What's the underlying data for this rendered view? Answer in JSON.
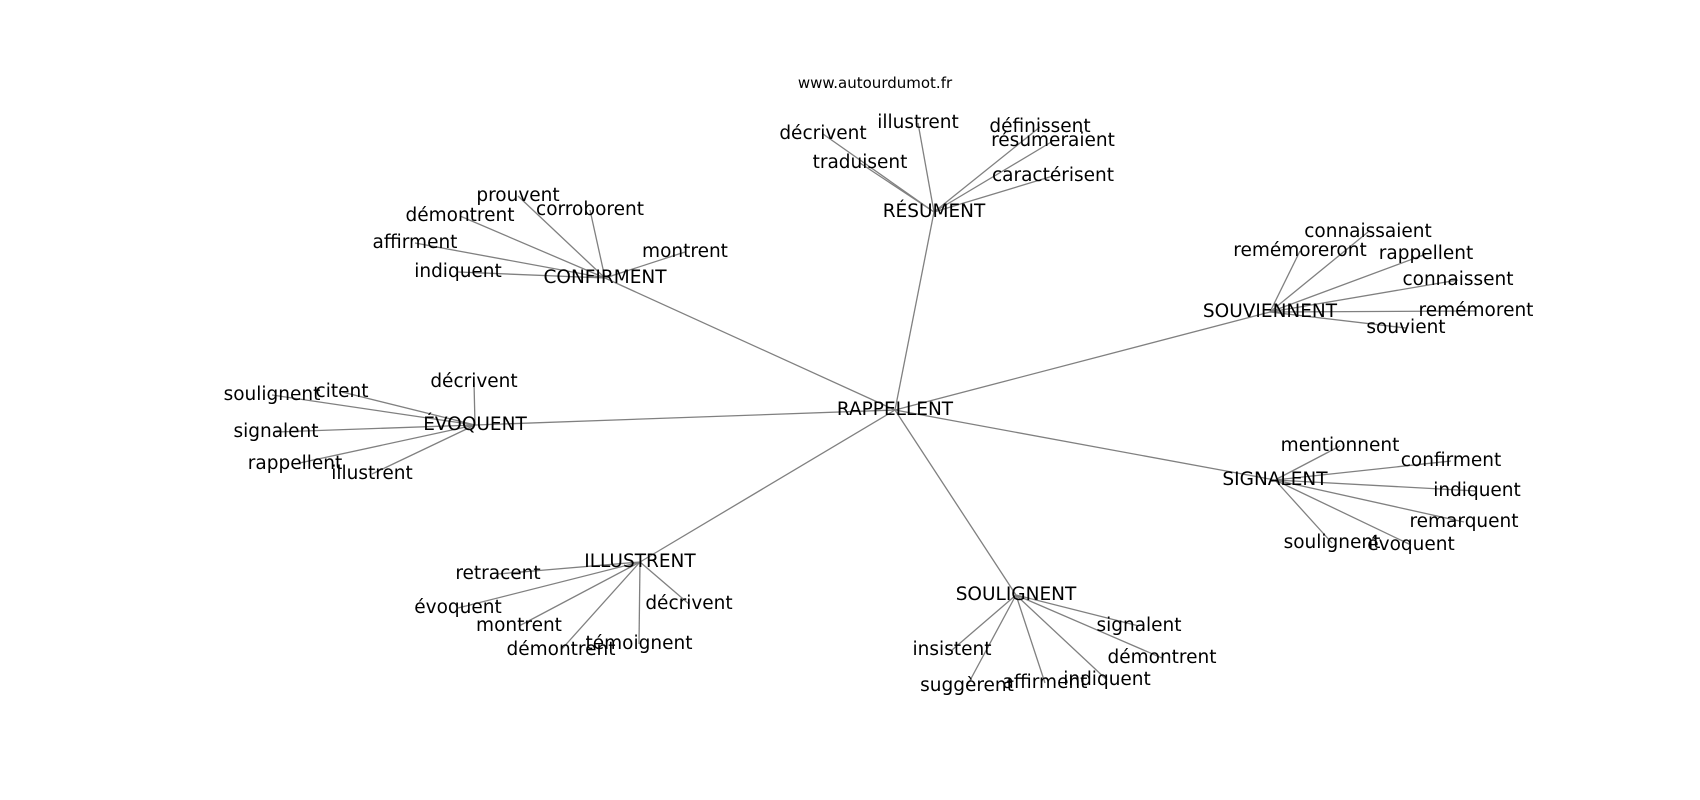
{
  "source": "www.autourdumot.fr",
  "center": "RAPPELLENT",
  "groups": [
    {
      "label": "RÉSUMENT",
      "children": [
        "décrivent",
        "illustrent",
        "définissent",
        "résumeraient",
        "traduisent",
        "caractérisent"
      ]
    },
    {
      "label": "CONFIRMENT",
      "children": [
        "prouvent",
        "corroborent",
        "démontrent",
        "affirment",
        "indiquent",
        "montrent"
      ]
    },
    {
      "label": "SOUVIENNENT",
      "children": [
        "connaissaient",
        "remémoreront",
        "rappellent",
        "connaissent",
        "remémorent",
        "souvient"
      ]
    },
    {
      "label": "ÉVOQUENT",
      "children": [
        "décrivent",
        "soulignent",
        "citent",
        "signalent",
        "rappellent",
        "illustrent"
      ]
    },
    {
      "label": "SIGNALENT",
      "children": [
        "mentionnent",
        "confirment",
        "indiquent",
        "remarquent",
        "soulignent",
        "évoquent"
      ]
    },
    {
      "label": "ILLUSTRENT",
      "children": [
        "retracent",
        "évoquent",
        "montrent",
        "démontrent",
        "témoignent",
        "décrivent"
      ]
    },
    {
      "label": "SOULIGNENT",
      "children": [
        "signalent",
        "démontrent",
        "insistent",
        "suggèrent",
        "affirment",
        "indiquent"
      ]
    }
  ]
}
